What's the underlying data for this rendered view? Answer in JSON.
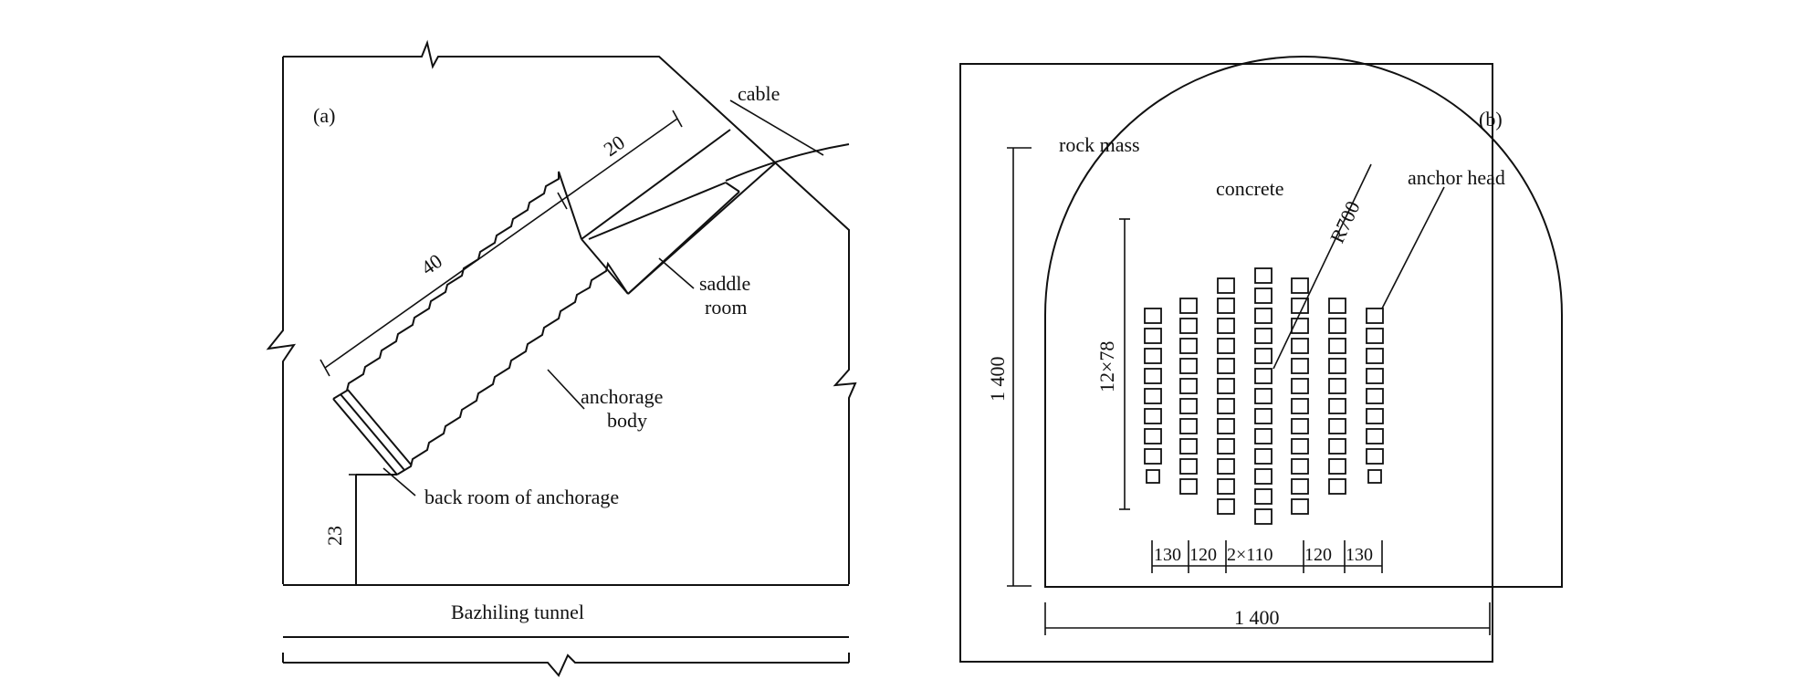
{
  "panel_a": {
    "panel_label": "(a)",
    "labels": {
      "cable": "cable",
      "dim_20": "20",
      "dim_40": "40",
      "saddle": "saddle",
      "room": "room",
      "anchorage": "anchorage",
      "body": "body",
      "back_room": "back room of anchorage",
      "dim_23": "23",
      "tunnel": "Bazhiling tunnel"
    }
  },
  "panel_b": {
    "panel_label": "(b)",
    "labels": {
      "rock_mass": "rock mass",
      "concrete": "concrete",
      "radius": "R700",
      "anchor_head": "anchor head",
      "height": "1 400",
      "width": "1 400",
      "rows": "12×78",
      "s1": "130",
      "s2": "120",
      "s3": "2×110",
      "s4": "120",
      "s5": "130"
    },
    "anchor_columns": [
      {
        "count": 9
      },
      {
        "count": 10
      },
      {
        "count": 12
      },
      {
        "count": 13
      },
      {
        "count": 12
      },
      {
        "count": 10
      },
      {
        "count": 9
      }
    ]
  }
}
